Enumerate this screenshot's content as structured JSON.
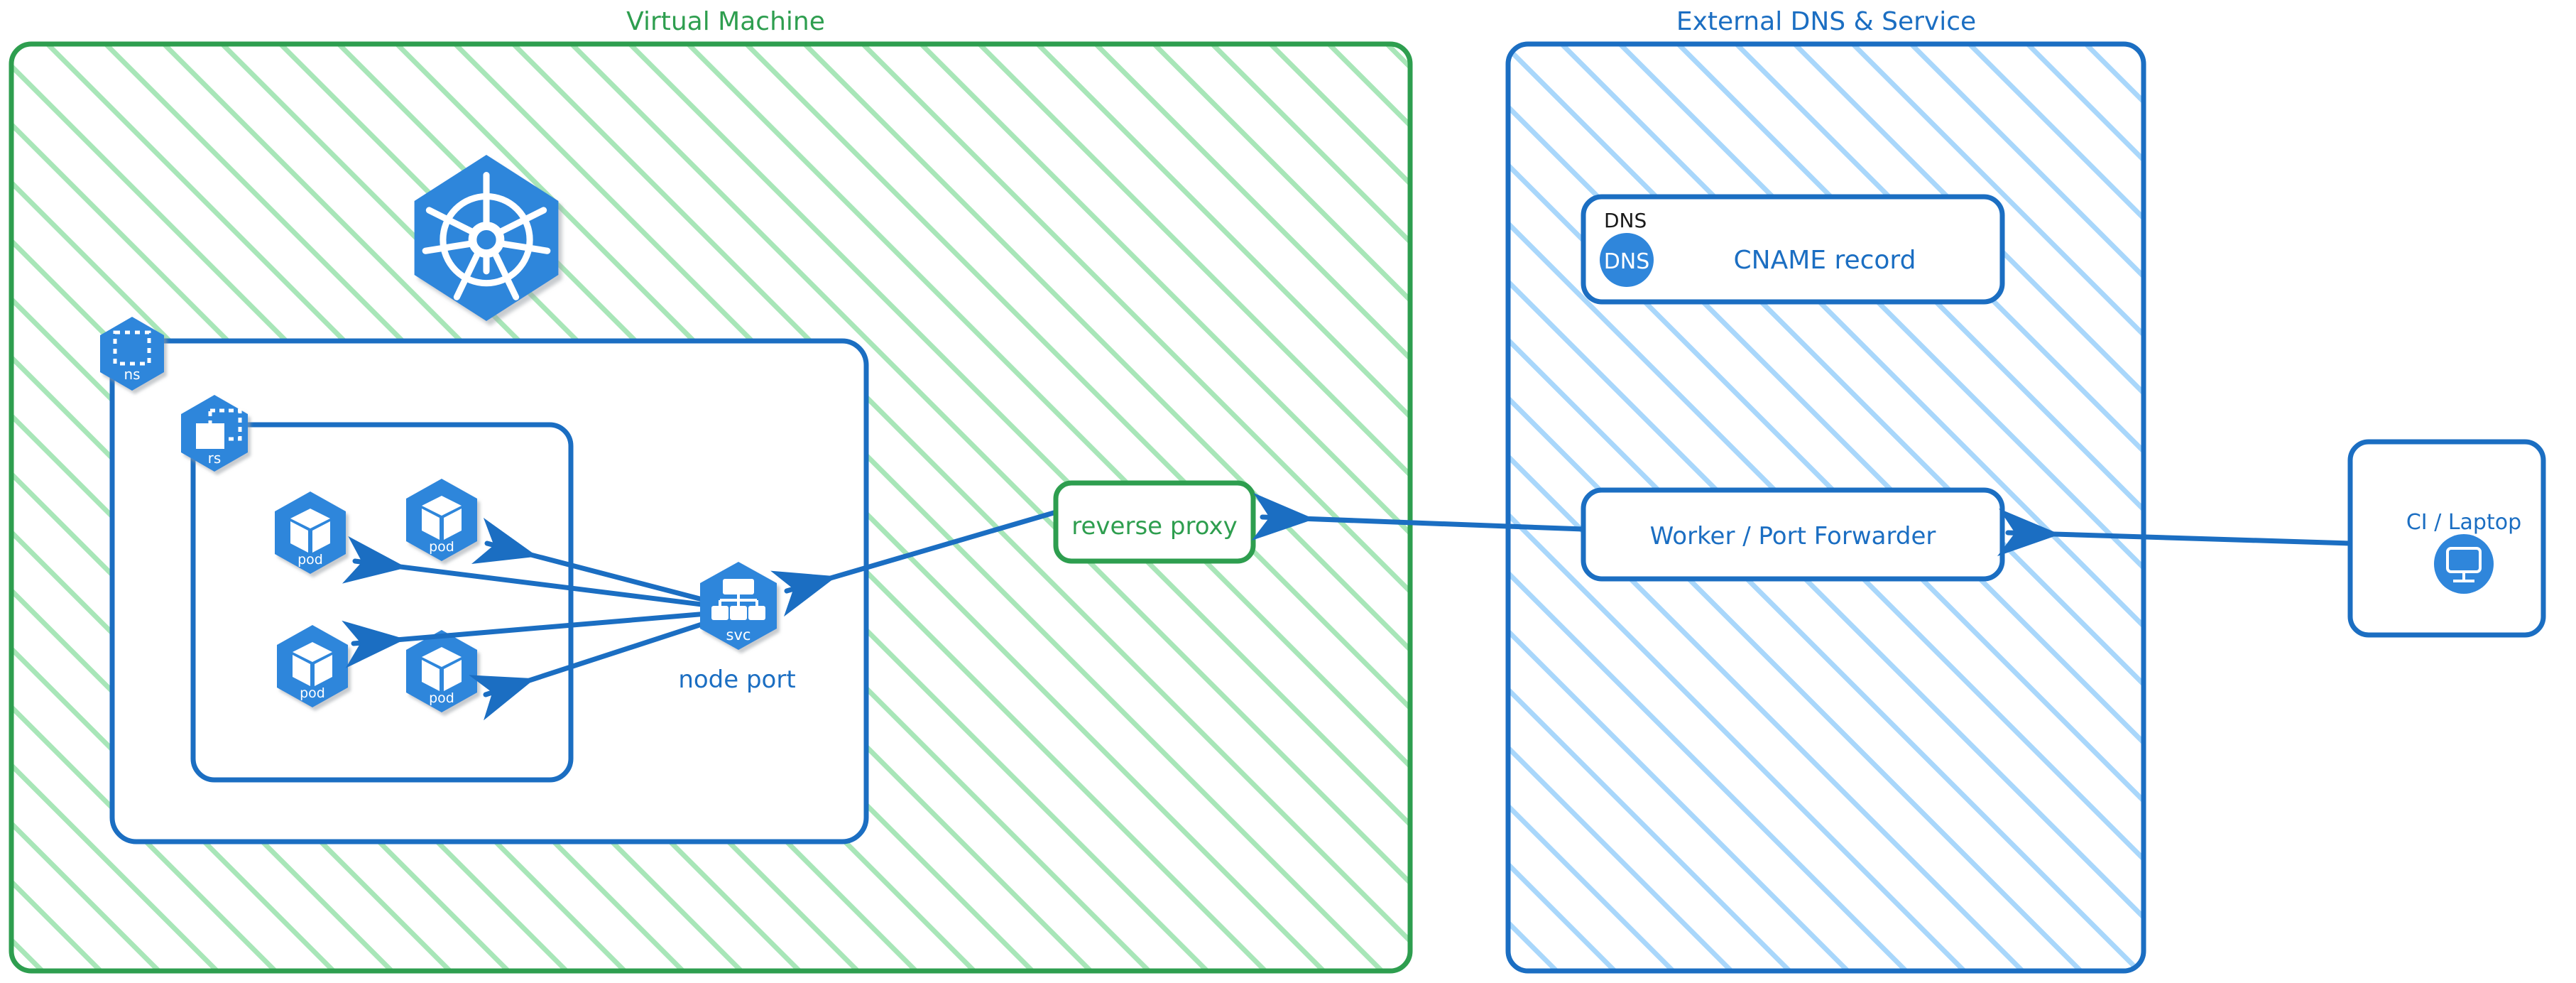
{
  "diagram": {
    "title_hidden": "Kubernetes NodePort exposure via reverse proxy and external DNS",
    "colors": {
      "green_border": "#2e9e4f",
      "green_hatch": "#a8e6b8",
      "green_text": "#2e9e4f",
      "blue_border": "#1b6ec2",
      "blue_hatch": "#a9d7fb",
      "blue_text": "#1b6ec2",
      "k8s_blue": "#2f86db",
      "arrow_blue": "#1b6ec2",
      "black_text": "#1a1a1a",
      "white": "#ffffff"
    }
  },
  "panels": [
    {
      "id": "virtual-machine",
      "label": "Virtual Machine",
      "style": "green-hatched"
    },
    {
      "id": "external-dns-service",
      "label": "External DNS & Service",
      "style": "blue-hatched"
    }
  ],
  "vm": {
    "logo": {
      "name": "kubernetes-logo",
      "alt": "Kubernetes"
    },
    "namespace": {
      "badge_label": "ns",
      "icon": "namespace-icon"
    },
    "replicaset": {
      "badge_label": "rs",
      "icon": "replicaset-icon"
    },
    "pods": [
      {
        "label": "pod"
      },
      {
        "label": "pod"
      },
      {
        "label": "pod"
      },
      {
        "label": "pod"
      }
    ],
    "service": {
      "badge_label": "svc",
      "caption": "node port",
      "icon": "service-icon"
    },
    "reverse_proxy": {
      "label": "reverse proxy"
    }
  },
  "external": {
    "dns_card": {
      "title": "DNS",
      "chip_label": "DNS",
      "record": "CNAME record"
    },
    "worker": {
      "label": "Worker / Port Forwarder"
    }
  },
  "client": {
    "label": "CI / Laptop",
    "icon": "desktop-monitor-icon"
  },
  "connections": [
    {
      "from": "svc",
      "to": "pod-1",
      "direction": "one-way"
    },
    {
      "from": "svc",
      "to": "pod-2",
      "direction": "one-way"
    },
    {
      "from": "svc",
      "to": "pod-3",
      "direction": "one-way"
    },
    {
      "from": "svc",
      "to": "pod-4",
      "direction": "one-way"
    },
    {
      "from": "reverse-proxy",
      "to": "svc",
      "direction": "one-way"
    },
    {
      "from": "worker-port-forwarder",
      "to": "reverse-proxy",
      "direction": "one-way"
    },
    {
      "from": "ci-laptop",
      "to": "worker-port-forwarder",
      "direction": "one-way"
    }
  ]
}
